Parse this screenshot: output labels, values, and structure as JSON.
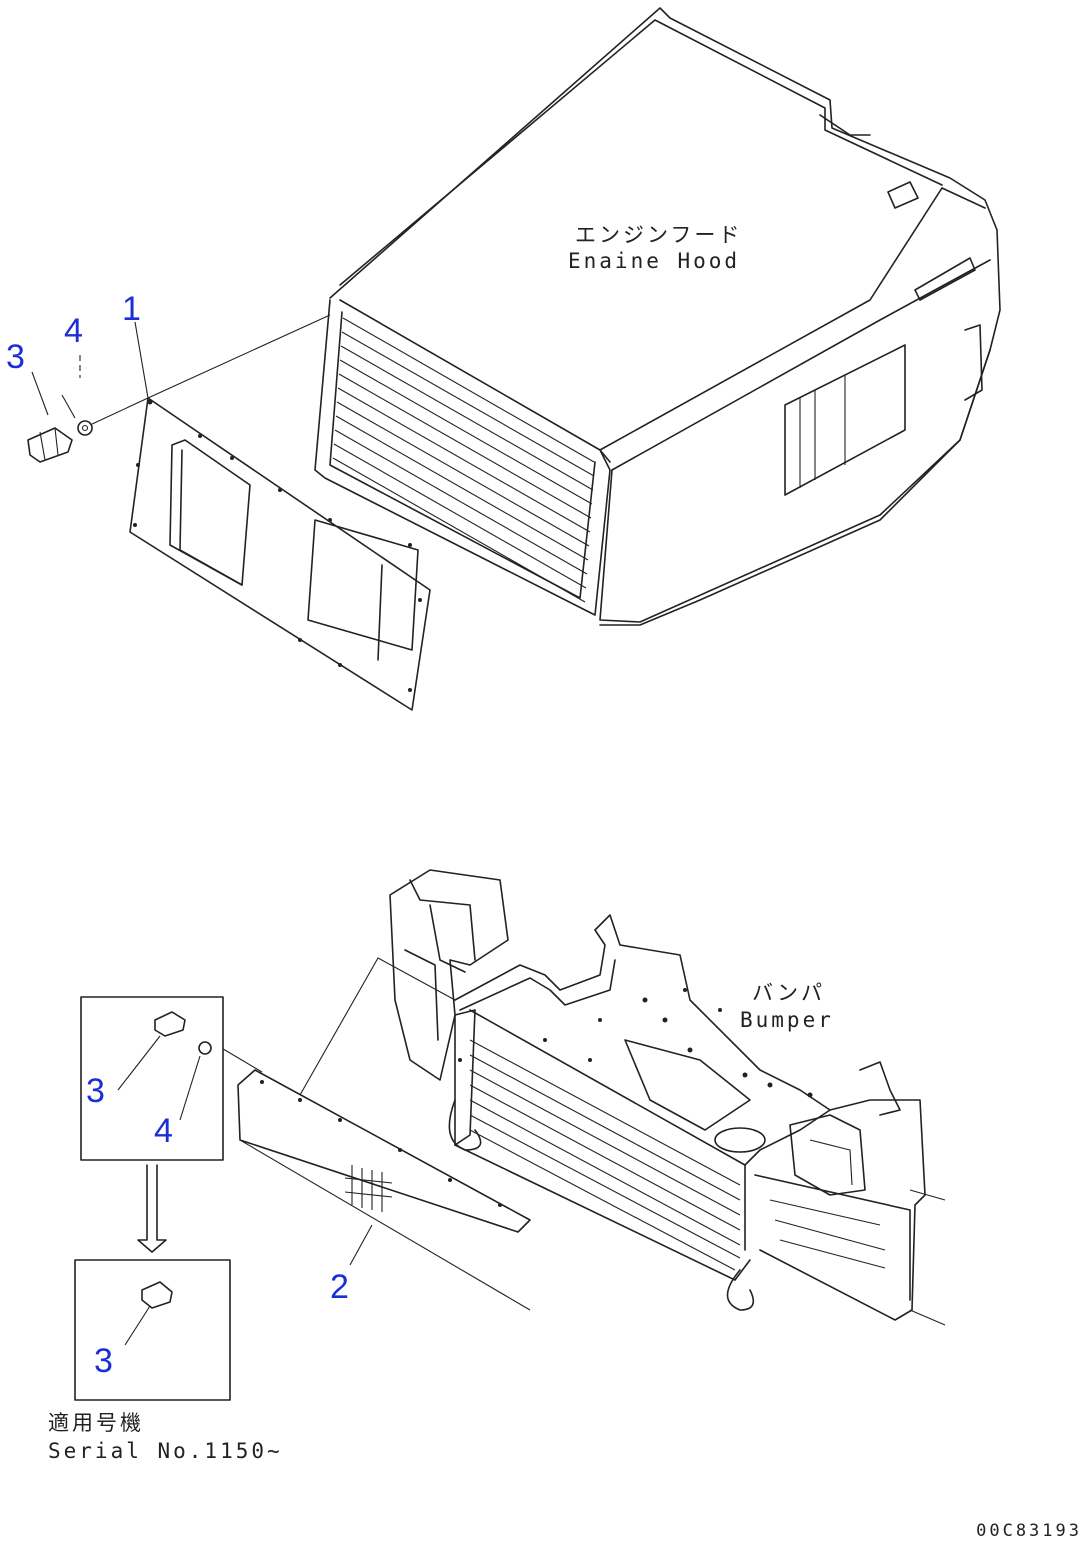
{
  "callouts": {
    "top_panel": "1",
    "bottom_panel": "2",
    "top_lamp": "3",
    "top_washer": "4",
    "detail_lamp": "3",
    "detail_washer": "4",
    "detail2_lamp": "3"
  },
  "labels": {
    "engine_hood_jp": "エンジンフード",
    "engine_hood_en": "Enaine Hood",
    "bumper_jp": "バンパ",
    "bumper_en": "Bumper",
    "serial_jp": "適用号機",
    "serial_en": "Serial No.1150~"
  },
  "drawing_code": "00C83193",
  "colors": {
    "callout": "#1a2fd6",
    "line": "#222222"
  }
}
